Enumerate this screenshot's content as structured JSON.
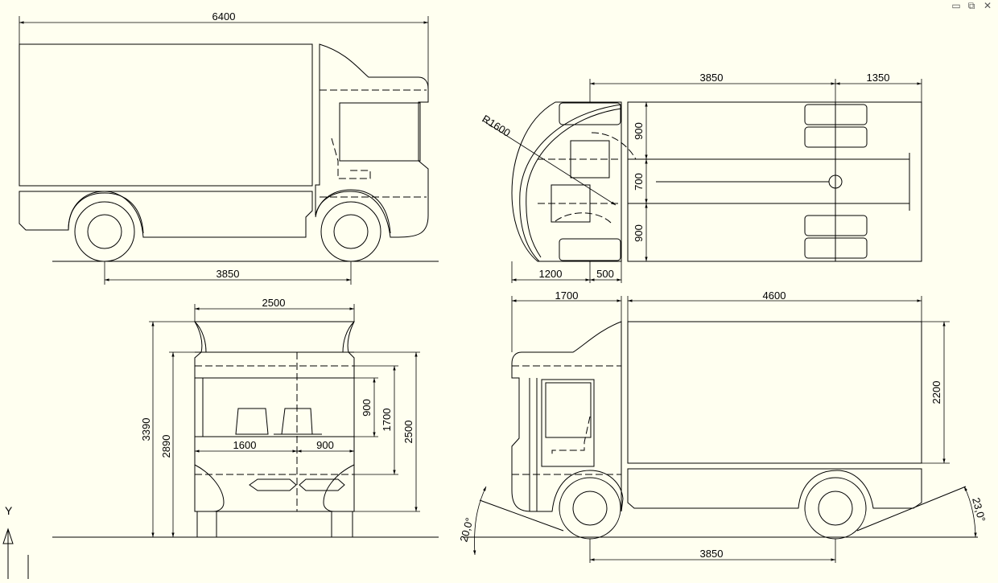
{
  "window_controls": {
    "minimize_icon": "minimize-icon",
    "restore_icon": "restore-icon",
    "close_icon": "close-icon",
    "minimize_glyph": "▭",
    "restore_glyph": "⧉",
    "close_glyph": "✕"
  },
  "axis_icon": {
    "label": "Y"
  },
  "side_view_top": {
    "overall_length": "6400",
    "wheelbase": "3850"
  },
  "top_view": {
    "front_to_rear_axle": "3850",
    "rear_overhang": "1350",
    "turn_radius": "R1600",
    "width_dims": [
      "900",
      "700",
      "900"
    ],
    "front_dims": [
      "1200",
      "500"
    ]
  },
  "front_view": {
    "overall_width": "2500",
    "overall_height": "3390",
    "cab_height": "2890",
    "upper_dims": [
      "900",
      "1700",
      "2500"
    ],
    "lower_dims": [
      "1600",
      "900"
    ]
  },
  "side_view_bottom": {
    "cab_length": "1700",
    "box_length": "4600",
    "box_height": "2200",
    "wheelbase": "3850",
    "approach_angle": "20,0°",
    "departure_angle": "23,0°"
  }
}
